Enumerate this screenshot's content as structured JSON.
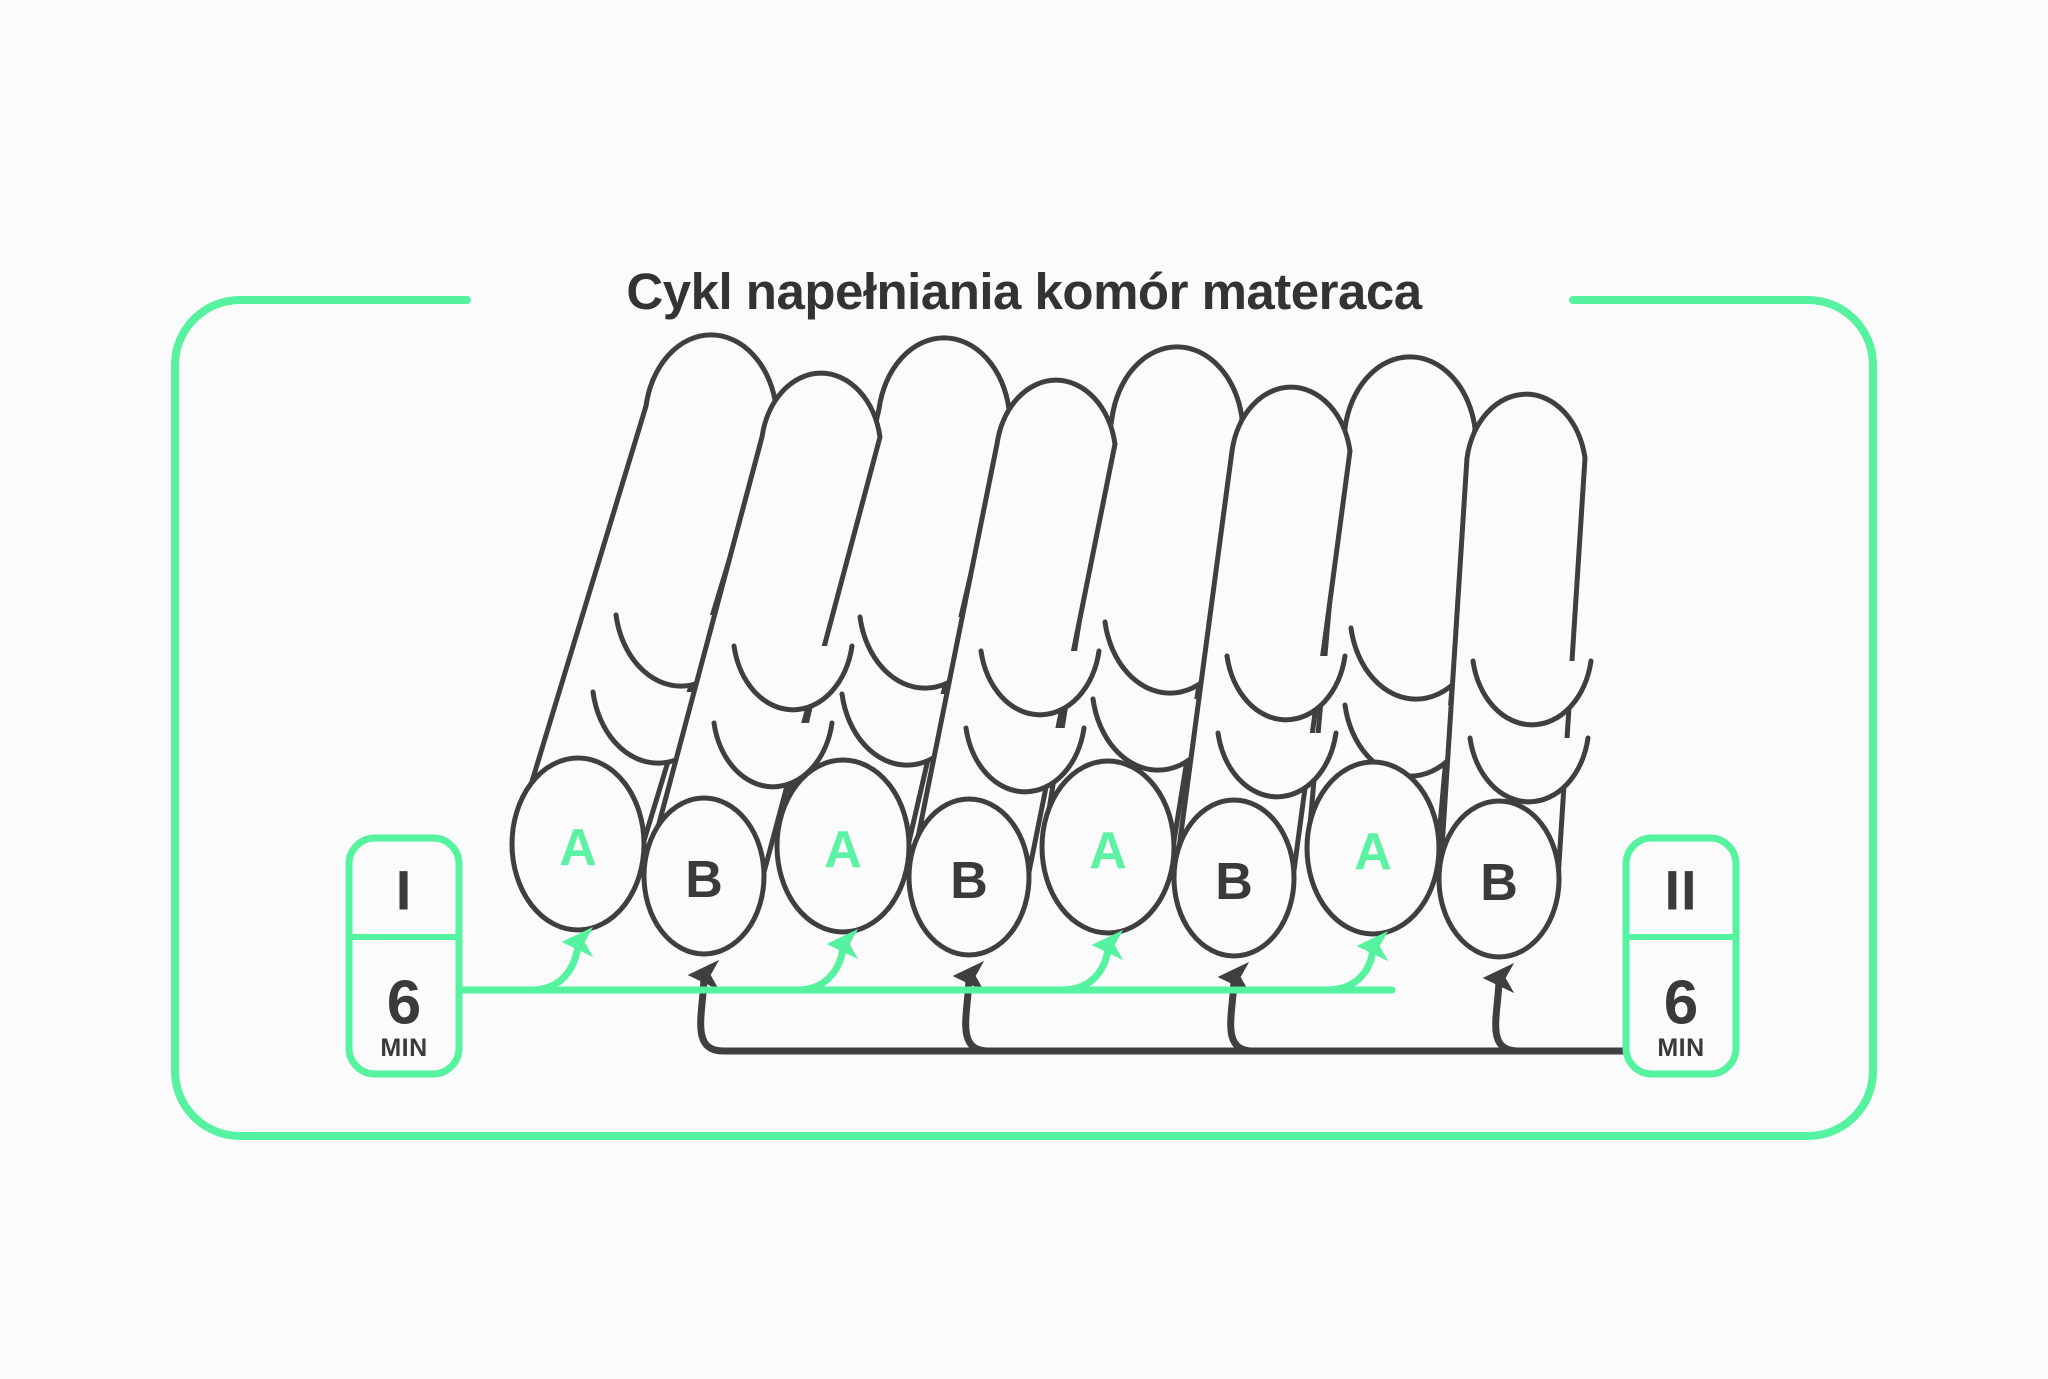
{
  "title": "Cykl napełniania komór materaca",
  "colors": {
    "accent_green": "#55F2A0",
    "dark_stroke": "#3f3f3f",
    "background": "#fbfbfb",
    "label_a": "#5BF2A4",
    "label_b": "#3a3a3a"
  },
  "chambers": [
    {
      "label": "A",
      "group": "A"
    },
    {
      "label": "B",
      "group": "B"
    },
    {
      "label": "A",
      "group": "A"
    },
    {
      "label": "B",
      "group": "B"
    },
    {
      "label": "A",
      "group": "A"
    },
    {
      "label": "B",
      "group": "B"
    },
    {
      "label": "A",
      "group": "A"
    },
    {
      "label": "B",
      "group": "B"
    }
  ],
  "badges": {
    "left": {
      "phase": "I",
      "duration": "6",
      "unit": "MIN"
    },
    "right": {
      "phase": "II",
      "duration": "6",
      "unit": "MIN"
    }
  },
  "flow": {
    "phase_one_target": "A",
    "phase_two_target": "B"
  }
}
